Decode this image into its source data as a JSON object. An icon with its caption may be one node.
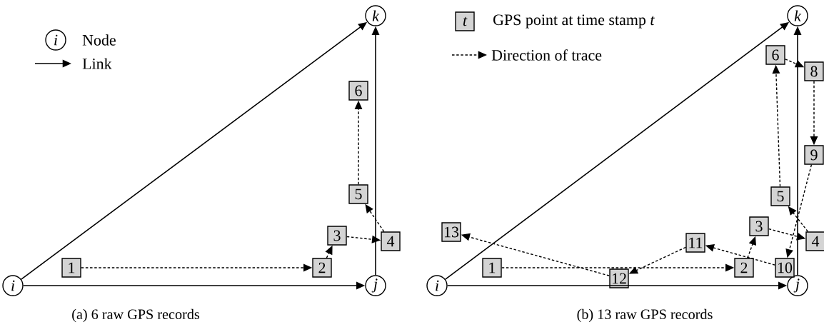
{
  "diagram": {
    "nodes": [
      {
        "text": [
          "i"
        ]
      },
      {
        "text": [
          "j"
        ]
      },
      {
        "text": [
          "k"
        ]
      },
      {
        "text": [
          "1"
        ]
      },
      {
        "text": [
          "2"
        ]
      },
      {
        "text": [
          "3"
        ]
      },
      {
        "text": [
          "4"
        ]
      },
      {
        "text": [
          "5"
        ]
      },
      {
        "text": [
          "6"
        ]
      },
      {
        "text": [
          "i"
        ]
      },
      {
        "text": [
          "j"
        ]
      },
      {
        "text": [
          "k"
        ]
      },
      {
        "text": [
          "1"
        ]
      },
      {
        "text": [
          "2"
        ]
      },
      {
        "text": [
          "3"
        ]
      },
      {
        "text": [
          "4"
        ]
      },
      {
        "text": [
          "5"
        ]
      },
      {
        "text": [
          "6"
        ]
      },
      {
        "text": [
          "8"
        ]
      },
      {
        "text": [
          "9"
        ]
      },
      {
        "text": [
          "10"
        ]
      },
      {
        "text": [
          "11"
        ]
      },
      {
        "text": [
          "12"
        ]
      },
      {
        "text": [
          "13"
        ]
      }
    ],
    "edges": [
      {
        "from": 0,
        "to": 1,
        "arrow": "to"
      },
      {
        "from": 0,
        "to": 2,
        "arrow": "to"
      },
      {
        "from": 1,
        "to": 2,
        "arrow": "to"
      },
      {
        "from": 3,
        "to": 4,
        "arrow": "to",
        "style": "dashed"
      },
      {
        "from": 4,
        "to": 5,
        "arrow": "to",
        "style": "dashed"
      },
      {
        "from": 5,
        "to": 6,
        "arrow": "to",
        "style": "dashed"
      },
      {
        "from": 6,
        "to": 7,
        "arrow": "to",
        "style": "dashed"
      },
      {
        "from": 7,
        "to": 8,
        "arrow": "to",
        "style": "dashed"
      },
      {
        "from": 9,
        "to": 10,
        "arrow": "to"
      },
      {
        "from": 9,
        "to": 11,
        "arrow": "to"
      },
      {
        "from": 10,
        "to": 11,
        "arrow": "to"
      },
      {
        "from": 12,
        "to": 13,
        "arrow": "to",
        "style": "dashed"
      },
      {
        "from": 13,
        "to": 14,
        "arrow": "to",
        "style": "dashed"
      },
      {
        "from": 14,
        "to": 15,
        "arrow": "to",
        "style": "dashed"
      },
      {
        "from": 15,
        "to": 16,
        "arrow": "to",
        "style": "dashed"
      },
      {
        "from": 16,
        "to": 17,
        "arrow": "to",
        "style": "dashed"
      },
      {
        "from": 17,
        "to": 18,
        "arrow": "to",
        "style": "dashed"
      },
      {
        "from": 18,
        "to": 19,
        "arrow": "to",
        "style": "dashed"
      },
      {
        "from": 19,
        "to": 20,
        "arrow": "to",
        "style": "dashed"
      },
      {
        "from": 20,
        "to": 21,
        "arrow": "to",
        "style": "dashed"
      },
      {
        "from": 21,
        "to": 22,
        "arrow": "to",
        "style": "dashed"
      },
      {
        "from": 22,
        "to": 23,
        "arrow": "to",
        "style": "dashed"
      }
    ],
    "labels": [
      "i",
      "t",
      "(a) 6 raw GPS records",
      "(b) 13 raw GPS records"
    ],
    "legend": [
      {
        "text": "Node"
      },
      {
        "text": "Link"
      },
      {
        "text": "GPS point at time stamp *t*"
      },
      {
        "text": "Direction of trace"
      }
    ]
  }
}
